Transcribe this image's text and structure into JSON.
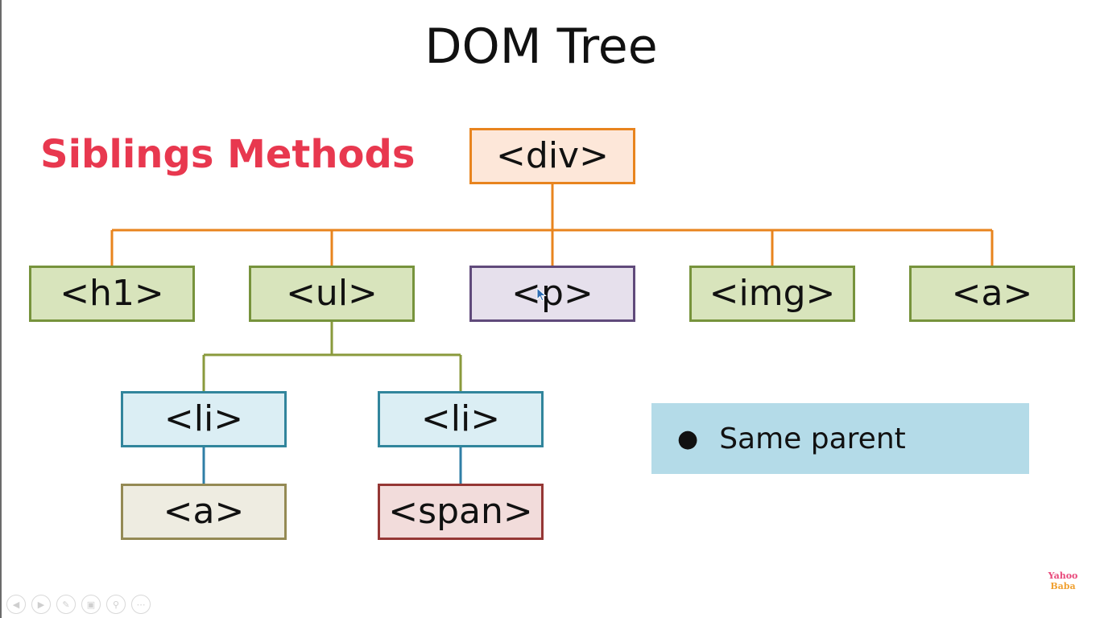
{
  "slide": {
    "title": "DOM Tree",
    "subtitle": "Siblings Methods",
    "note_bullet": "Same parent",
    "watermark": {
      "line1": "Yahoo",
      "line2": "Baba"
    }
  },
  "colors": {
    "subtitle": "#e8384f",
    "orange_line": "#e8841e",
    "green_line": "#8a9a3c",
    "teal_line": "#2f7ea6",
    "note_bg": "#b4dbe8"
  },
  "tree": {
    "root": {
      "label": "<div>",
      "fill": "#fde7d9",
      "border": "#e8841e"
    },
    "children": [
      {
        "label": "<h1>",
        "fill": "#d8e4bc",
        "border": "#77933c"
      },
      {
        "label": "<ul>",
        "fill": "#d8e4bc",
        "border": "#77933c"
      },
      {
        "label": "<p>",
        "fill": "#e6e0ec",
        "border": "#604a7b"
      },
      {
        "label": "<img>",
        "fill": "#d8e4bc",
        "border": "#77933c"
      },
      {
        "label": "<a>",
        "fill": "#d8e4bc",
        "border": "#77933c"
      }
    ],
    "ul_children": [
      {
        "label": "<li>",
        "fill": "#dbeef4",
        "border": "#31859c"
      },
      {
        "label": "<li>",
        "fill": "#dbeef4",
        "border": "#31859c"
      }
    ],
    "li_children": [
      {
        "label": "<a>",
        "fill": "#eeece1",
        "border": "#948a54"
      },
      {
        "label": "<span>",
        "fill": "#f2dcdb",
        "border": "#953735"
      }
    ]
  },
  "toolbar": {
    "icons": [
      "prev-icon",
      "next-icon",
      "pen-icon",
      "slides-icon",
      "zoom-icon",
      "more-icon"
    ]
  }
}
